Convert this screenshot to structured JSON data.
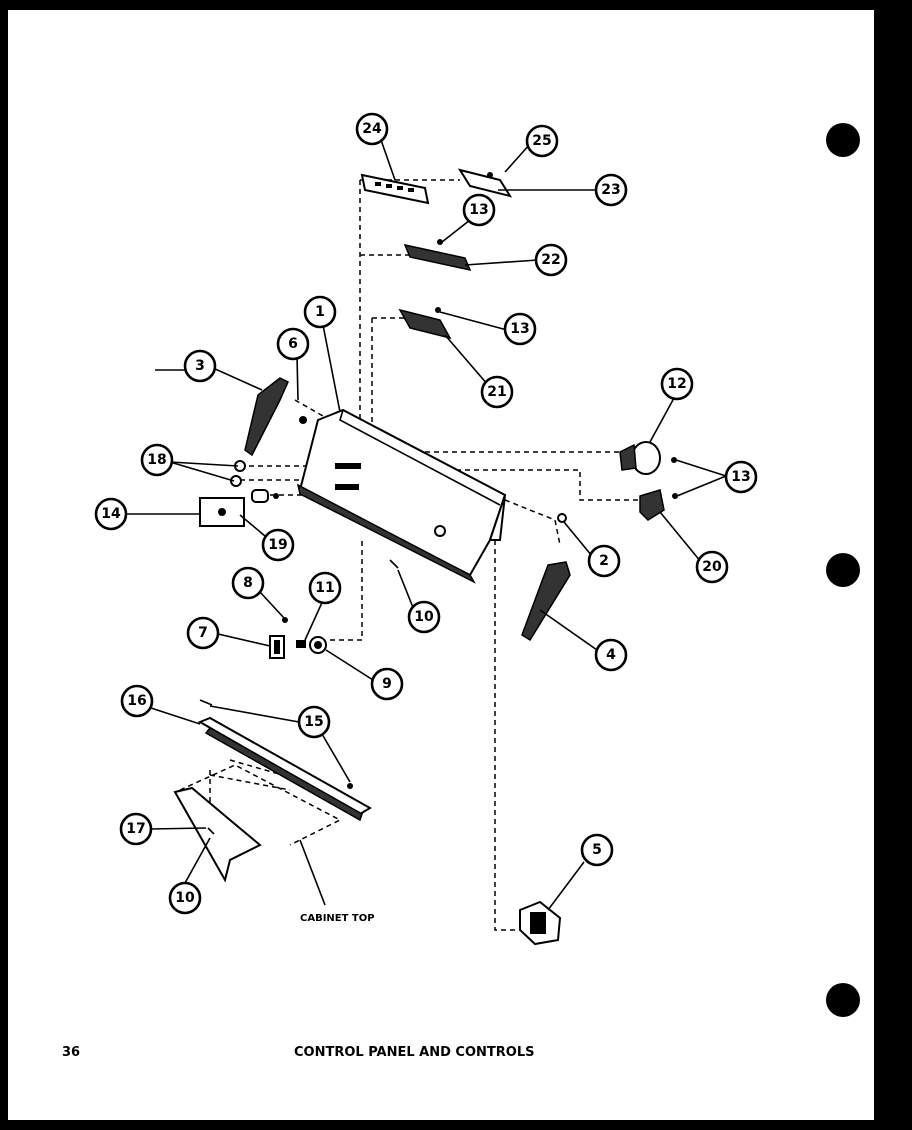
{
  "footer": {
    "page_number": "36",
    "title": "CONTROL PANEL AND CONTROLS"
  },
  "annotations": {
    "cabinet_top": "CABINET TOP"
  },
  "callouts": [
    {
      "id": "c24",
      "label": "24"
    },
    {
      "id": "c25",
      "label": "25"
    },
    {
      "id": "c23",
      "label": "23"
    },
    {
      "id": "c13a",
      "label": "13"
    },
    {
      "id": "c22",
      "label": "22"
    },
    {
      "id": "c13b",
      "label": "13"
    },
    {
      "id": "c21",
      "label": "21"
    },
    {
      "id": "c1",
      "label": "1"
    },
    {
      "id": "c6",
      "label": "6"
    },
    {
      "id": "c3",
      "label": "3"
    },
    {
      "id": "c18",
      "label": "18"
    },
    {
      "id": "c12",
      "label": "12"
    },
    {
      "id": "c13c",
      "label": "13"
    },
    {
      "id": "c14",
      "label": "14"
    },
    {
      "id": "c19",
      "label": "19"
    },
    {
      "id": "c2",
      "label": "2"
    },
    {
      "id": "c20",
      "label": "20"
    },
    {
      "id": "c10a",
      "label": "10"
    },
    {
      "id": "c8",
      "label": "8"
    },
    {
      "id": "c11",
      "label": "11"
    },
    {
      "id": "c7",
      "label": "7"
    },
    {
      "id": "c4",
      "label": "4"
    },
    {
      "id": "c9",
      "label": "9"
    },
    {
      "id": "c16",
      "label": "16"
    },
    {
      "id": "c15",
      "label": "15"
    },
    {
      "id": "c17",
      "label": "17"
    },
    {
      "id": "c5",
      "label": "5"
    },
    {
      "id": "c10b",
      "label": "10"
    }
  ]
}
